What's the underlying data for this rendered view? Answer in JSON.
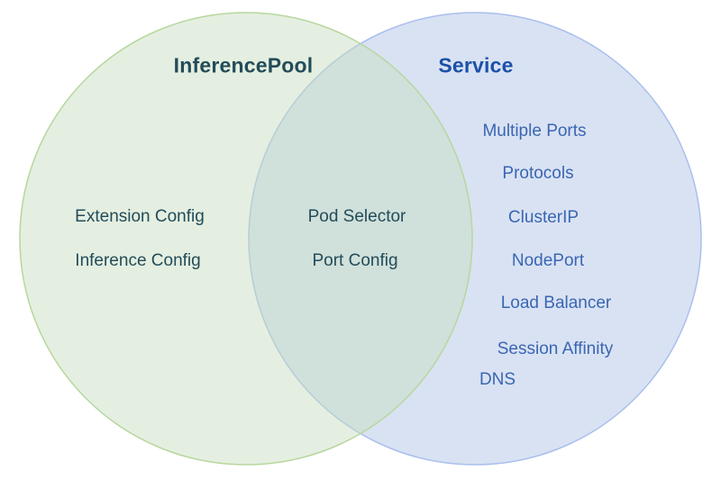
{
  "venn": {
    "left_set": {
      "title": "InferencePool",
      "items": [
        "Extension Config",
        "Inference Config"
      ]
    },
    "right_set": {
      "title": "Service",
      "items": [
        "Multiple Ports",
        "Protocols",
        "ClusterIP",
        "NodePort",
        "Load Balancer",
        "Session Affinity",
        "DNS"
      ]
    },
    "intersection": {
      "items": [
        "Pod Selector",
        "Port Config"
      ]
    },
    "colors": {
      "left_circle_fill": "#e3efe0",
      "left_circle_stroke": "#b7d79e",
      "right_circle_fill": "#d9e2f3",
      "right_circle_stroke": "#a9bfec",
      "overlap_fill": "#d4e5db",
      "left_text": "#234c59",
      "right_title_text": "#1b51a9",
      "right_item_text": "#3a66b2",
      "background": "#ffffff"
    }
  }
}
